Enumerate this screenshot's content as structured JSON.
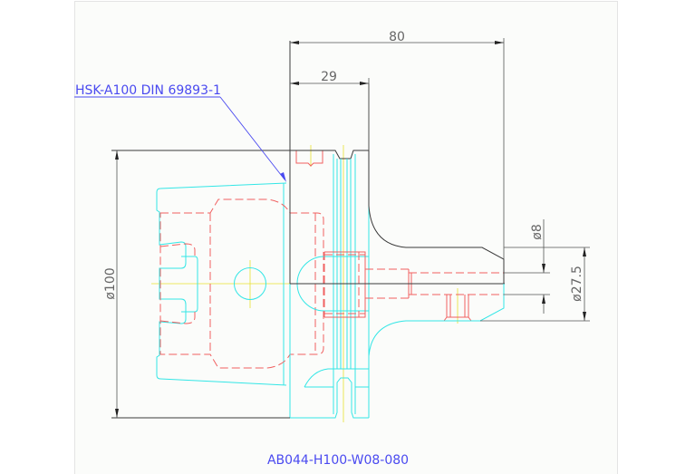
{
  "drawing": {
    "label_interface": "HSK-A100 DIN 69893-1",
    "part_number": "AB044-H100-W08-080",
    "dimensions": {
      "overall_length": "80",
      "flange_length": "29",
      "diameter_body": "ø100",
      "diameter_bore": "ø8",
      "diameter_nose": "ø27.5"
    },
    "colors": {
      "outline": "#3a3a3a",
      "visible": "#33e6e6",
      "hidden": "#f06060",
      "center": "#e8e030",
      "annotation": "#4a4af0"
    }
  }
}
